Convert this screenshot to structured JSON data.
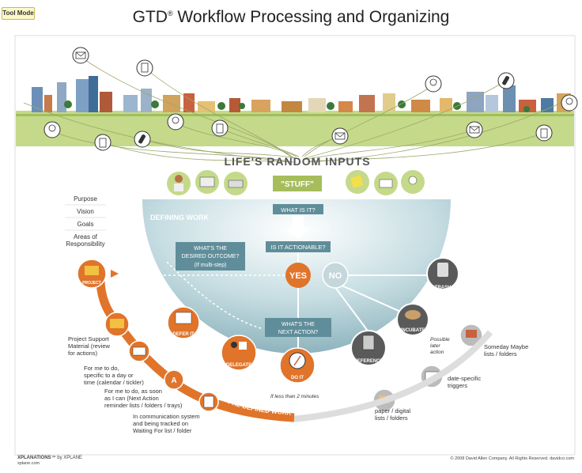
{
  "toolbar": {
    "tool_mode": "Tool Mode"
  },
  "title": {
    "main": "GTD",
    "reg": "®",
    "rest": " Workflow Processing and Organizing"
  },
  "inputs": {
    "heading": "LIFE'S RANDOM INPUTS",
    "stuff": "\"STUFF\""
  },
  "defining": {
    "heading": "DEFINING WORK"
  },
  "questions": {
    "what_is_it": "WHAT IS IT?",
    "actionable": "IS IT ACTIONABLE?",
    "outcome_line1": "WHAT'S THE",
    "outcome_line2": "DESIRED OUTCOME?",
    "outcome_line3": "(If multi-step)",
    "next_line1": "WHAT'S THE",
    "next_line2": "NEXT ACTION?"
  },
  "decisions": {
    "yes": "YES",
    "no": "NO"
  },
  "nodes": {
    "trash": "TRASH",
    "incubate": "INCUBATE",
    "reference": "REFERENCE",
    "do_it": "DO IT",
    "delegate": "DELEGATE",
    "defer_it": "DEFER IT",
    "project": "PROJECT",
    "a_letter": "A"
  },
  "horizons": {
    "purpose": "Purpose",
    "vision": "Vision",
    "goals": "Goals",
    "areas_line1": "Areas of",
    "areas_line2": "Responsibility"
  },
  "labels": {
    "project_support": [
      "Project Support",
      "Material (review",
      "for actions)"
    ],
    "calendar": [
      "For me to do,",
      "specific to a day or",
      "time (calendar / tickler)"
    ],
    "next_action": [
      "For me to do, as soon",
      "as I can (Next Action",
      "reminder lists / folders / trays)"
    ],
    "waiting": [
      "In communication system",
      "and being tracked on",
      "Waiting For list / folder"
    ],
    "less_than": "If less than 2 minutes",
    "possible_later": [
      "Possible",
      "later",
      "action"
    ],
    "someday": [
      "Someday Maybe",
      "lists / folders"
    ],
    "date_specific": [
      "date-specific",
      "triggers"
    ],
    "paper_digital": [
      "paper / digital",
      "lists / folders"
    ],
    "predefined": "PRE-DEFINED WORK"
  },
  "footer": {
    "brand": "XPLANATIONS",
    "tm": "™",
    "by": " by XPLANE",
    "site": "xplane.com",
    "copyright": "© 2008 David Allen Company.  All Rights Reserved.  davidco.com"
  },
  "colors": {
    "orange": "#e0742a",
    "teal": "#5f8e9a",
    "green": "#a6bd5c",
    "dark": "#4a4a4a"
  }
}
